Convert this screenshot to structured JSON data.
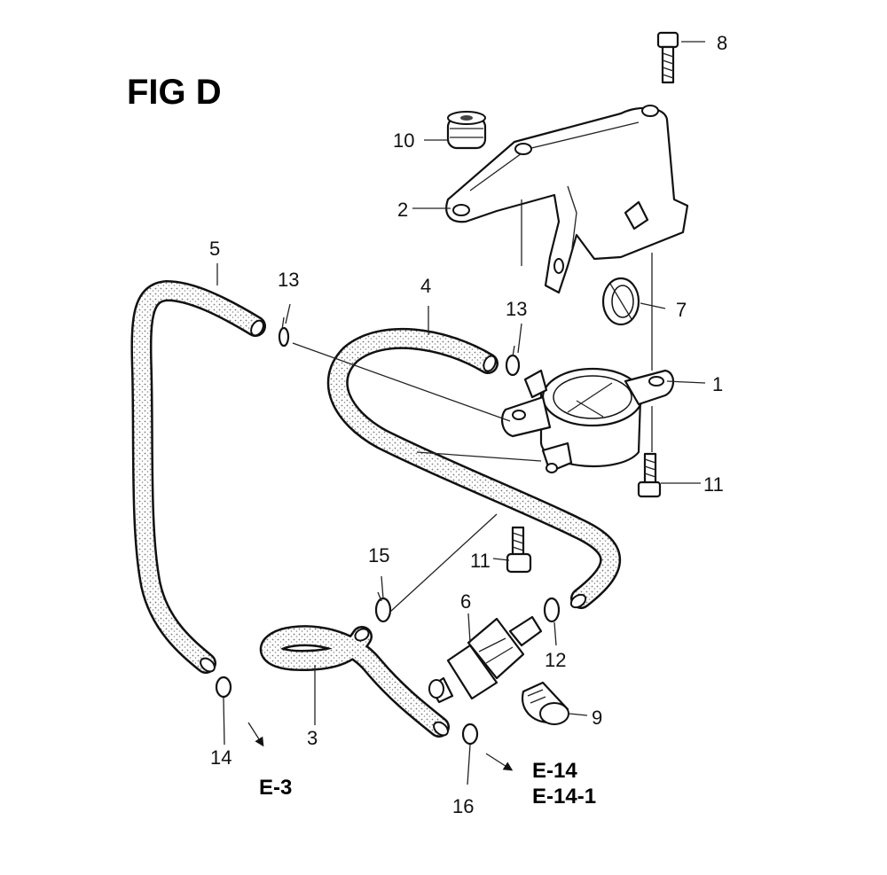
{
  "title": "FIG D",
  "callouts": {
    "n1": "1",
    "n2": "2",
    "n3": "3",
    "n4": "4",
    "n5": "5",
    "n6": "6",
    "n7": "7",
    "n8": "8",
    "n9": "9",
    "n10": "10",
    "n11a": "11",
    "n11b": "11",
    "n12": "12",
    "n13a": "13",
    "n13b": "13",
    "n14": "14",
    "n15": "15",
    "n16": "16"
  },
  "references": {
    "e3": "E-3",
    "e14": "E-14",
    "e14_1": "E-14-1"
  },
  "colors": {
    "ink": "#111111",
    "paper": "#ffffff"
  }
}
